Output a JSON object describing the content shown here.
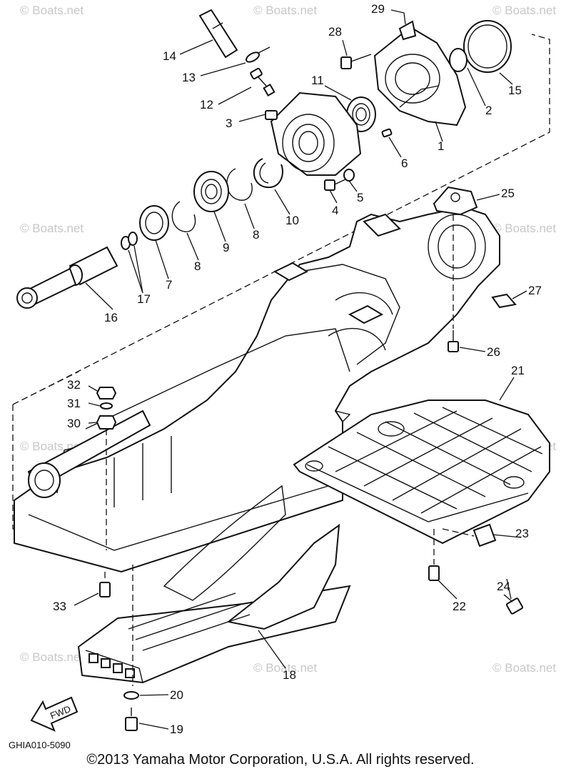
{
  "watermark": "© Boats.net",
  "drawing_code": "GHIA010-5090",
  "direction_arrow": "FWD",
  "copyright": "©2013 Yamaha Motor Corporation, U.S.A. All rights reserved.",
  "callouts": [
    {
      "n": "1",
      "label": "1"
    },
    {
      "n": "2",
      "label": "2"
    },
    {
      "n": "3",
      "label": "3"
    },
    {
      "n": "4",
      "label": "4"
    },
    {
      "n": "5",
      "label": "5"
    },
    {
      "n": "6",
      "label": "6"
    },
    {
      "n": "7",
      "label": "7"
    },
    {
      "n": "8a",
      "label": "8"
    },
    {
      "n": "8b",
      "label": "8"
    },
    {
      "n": "9",
      "label": "9"
    },
    {
      "n": "10",
      "label": "10"
    },
    {
      "n": "11",
      "label": "11"
    },
    {
      "n": "12",
      "label": "12"
    },
    {
      "n": "13",
      "label": "13"
    },
    {
      "n": "14",
      "label": "14"
    },
    {
      "n": "15",
      "label": "15"
    },
    {
      "n": "16",
      "label": "16"
    },
    {
      "n": "17",
      "label": "17"
    },
    {
      "n": "18",
      "label": "18"
    },
    {
      "n": "19",
      "label": "19"
    },
    {
      "n": "20",
      "label": "20"
    },
    {
      "n": "21",
      "label": "21"
    },
    {
      "n": "22",
      "label": "22"
    },
    {
      "n": "23",
      "label": "23"
    },
    {
      "n": "24",
      "label": "24"
    },
    {
      "n": "25",
      "label": "25"
    },
    {
      "n": "26",
      "label": "26"
    },
    {
      "n": "27",
      "label": "27"
    },
    {
      "n": "28",
      "label": "28"
    },
    {
      "n": "29",
      "label": "29"
    },
    {
      "n": "30",
      "label": "30"
    },
    {
      "n": "31",
      "label": "31"
    },
    {
      "n": "32",
      "label": "32"
    },
    {
      "n": "33",
      "label": "33"
    }
  ]
}
